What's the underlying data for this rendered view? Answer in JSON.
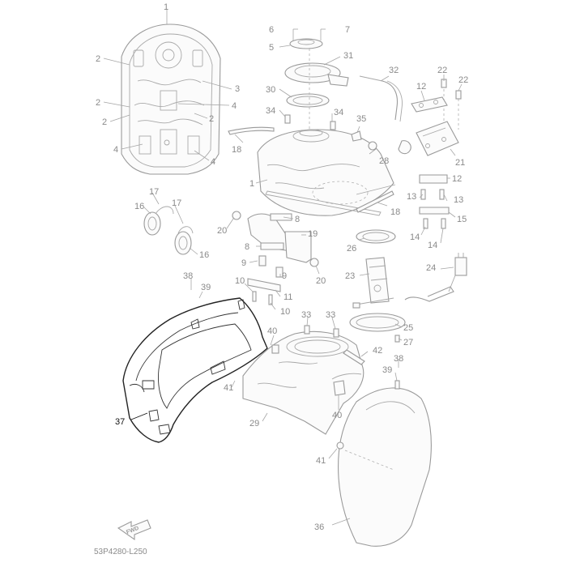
{
  "diagram_code": "53P4280-L250",
  "forward_label": "FWD",
  "highlight_color": "#111111",
  "part_color": "#9a9a9a",
  "callouts": {
    "c1a": "1",
    "c2a": "2",
    "c2b": "2",
    "c2c": "2",
    "c2d": "2",
    "c3": "3",
    "c4a": "4",
    "c4b": "4",
    "c4c": "4",
    "c1b": "1",
    "c5": "5",
    "c6": "6",
    "c7": "7",
    "c8a": "8",
    "c8b": "8",
    "c9a": "9",
    "c9b": "9",
    "c10a": "10",
    "c10b": "10",
    "c11": "11",
    "c12a": "12",
    "c12b": "12",
    "c13a": "13",
    "c13b": "13",
    "c14a": "14",
    "c14b": "14",
    "c15": "15",
    "c16a": "16",
    "c16b": "16",
    "c17a": "17",
    "c17b": "17",
    "c18a": "18",
    "c18b": "18",
    "c19": "19",
    "c20a": "20",
    "c20b": "20",
    "c21": "21",
    "c22a": "22",
    "c22b": "22",
    "c23": "23",
    "c24": "24",
    "c25": "25",
    "c26": "26",
    "c27": "27",
    "c28": "28",
    "c29": "29",
    "c30": "30",
    "c31": "31",
    "c32": "32",
    "c33a": "33",
    "c33b": "33",
    "c34a": "34",
    "c34b": "34",
    "c35": "35",
    "c36": "36",
    "c37": "37",
    "c38a": "38",
    "c38b": "38",
    "c39a": "39",
    "c39b": "39",
    "c40a": "40",
    "c40b": "40",
    "c41a": "41",
    "c41b": "41",
    "c42": "42"
  }
}
